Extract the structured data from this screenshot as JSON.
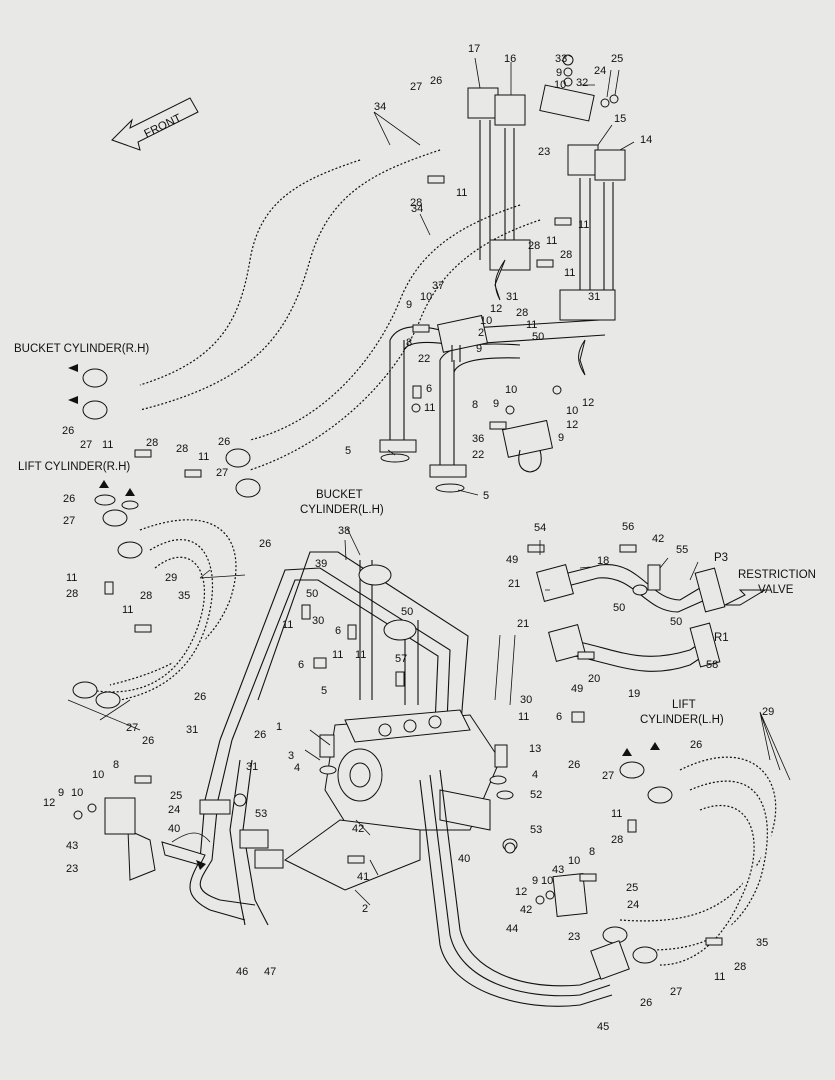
{
  "captions": {
    "front": "FRONT",
    "bucket_rh": "BUCKET CYLINDER(R.H)",
    "lift_rh": "LIFT CYLINDER(R.H)",
    "bucket_lh_1": "BUCKET",
    "bucket_lh_2": "CYLINDER(L.H)",
    "restriction_1": "RESTRICTION",
    "restriction_2": "VALVE",
    "lift_lh_1": "LIFT",
    "lift_lh_2": "CYLINDER(L.H)",
    "p3": "P3",
    "r1": "R1"
  },
  "callouts": [
    "1",
    "2",
    "3",
    "4",
    "5",
    "6",
    "8",
    "9",
    "10",
    "11",
    "12",
    "13",
    "14",
    "15",
    "16",
    "17",
    "18",
    "19",
    "20",
    "21",
    "22",
    "23",
    "24",
    "25",
    "26",
    "27",
    "28",
    "29",
    "30",
    "31",
    "32",
    "33",
    "34",
    "35",
    "36",
    "37",
    "38",
    "39",
    "40",
    "41",
    "42",
    "43",
    "44",
    "45",
    "46",
    "47",
    "49",
    "50",
    "52",
    "53",
    "54",
    "55",
    "56",
    "57",
    "58"
  ]
}
